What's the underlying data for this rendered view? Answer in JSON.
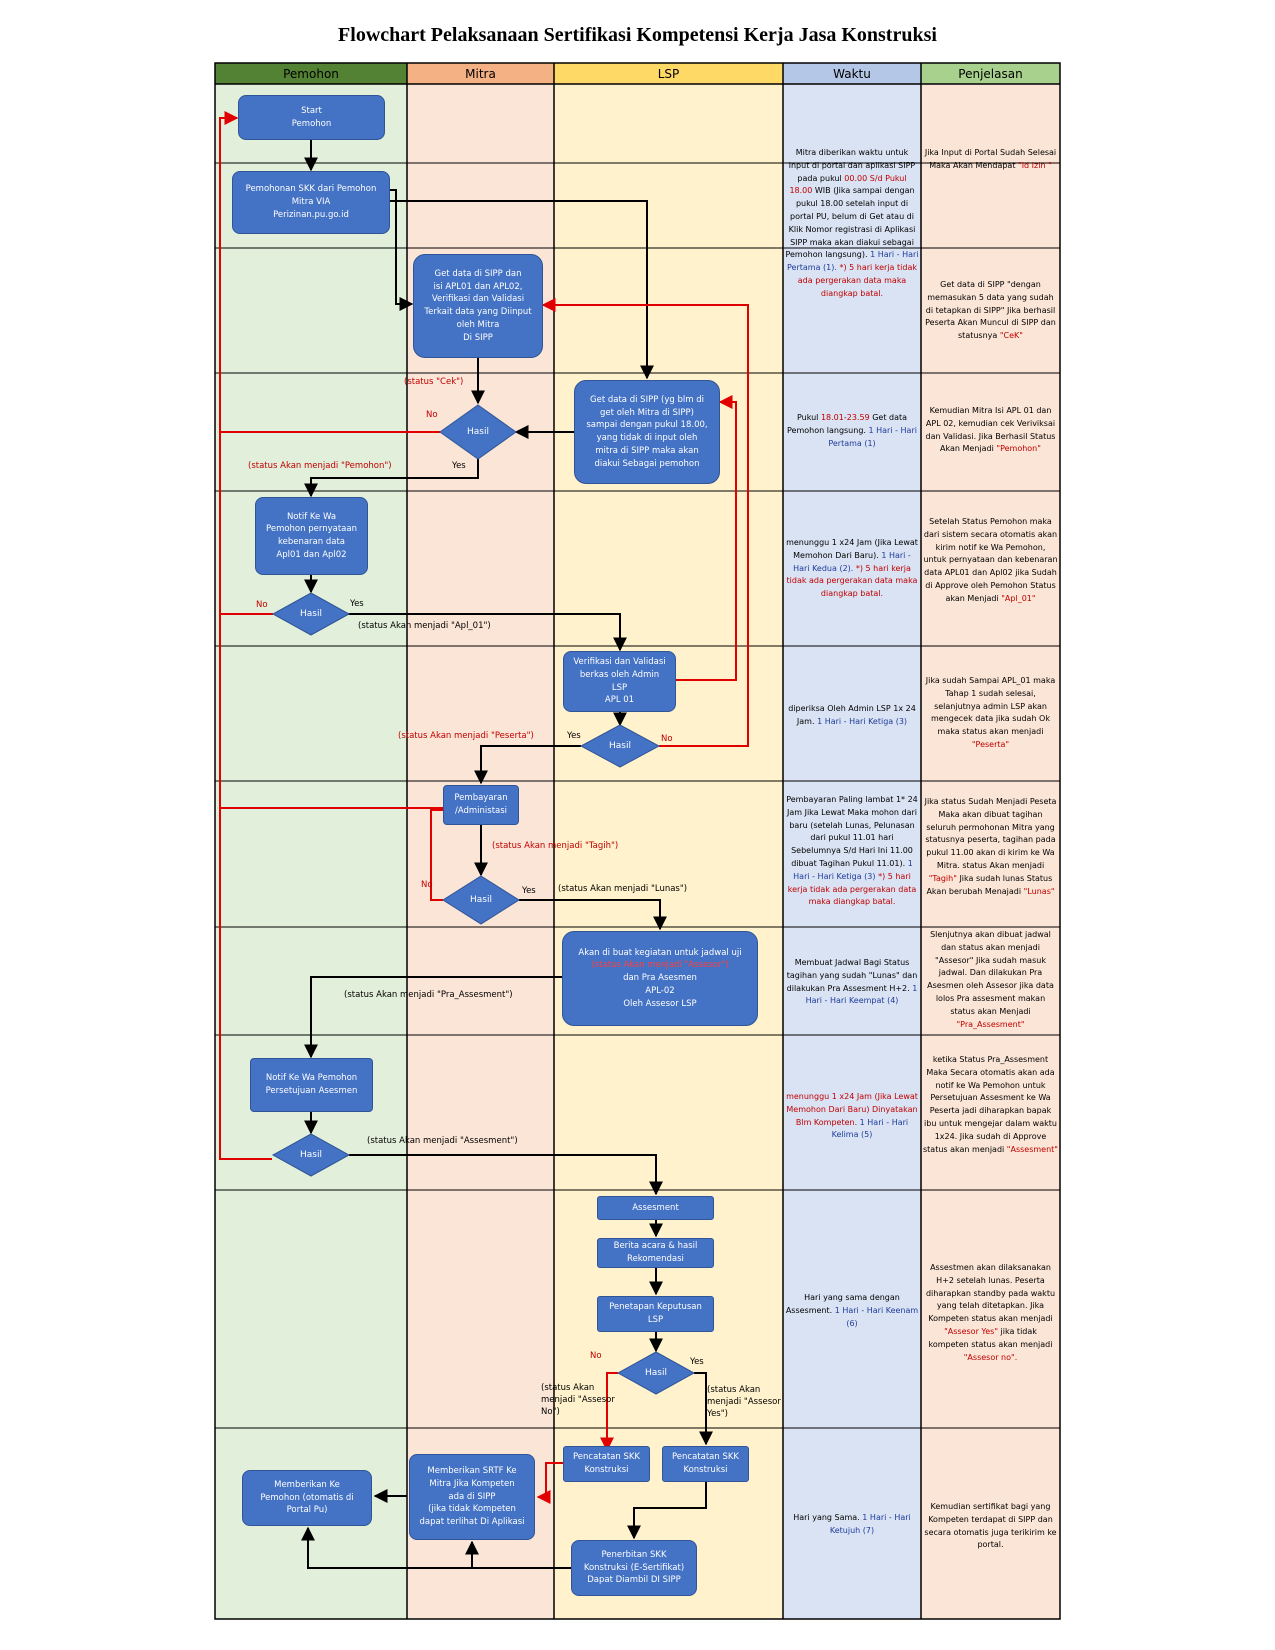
{
  "title": "Flowchart Pelaksanaan Sertifikasi Kompetensi Kerja Jasa Konstruksi",
  "lanes": [
    {
      "label": "Pemohon",
      "header_color": "#548235",
      "body_color": "#E2EFDA"
    },
    {
      "label": "Mitra",
      "header_color": "#F4B183",
      "body_color": "#FBE5D6"
    },
    {
      "label": "LSP",
      "header_color": "#FFD966",
      "body_color": "#FFF2CC"
    },
    {
      "label": "Waktu",
      "header_color": "#B4C7E7",
      "body_color": "#DAE3F3"
    },
    {
      "label": "Penjelasan",
      "header_color": "#A9D18E",
      "body_color": "#FBE5D6"
    }
  ],
  "colors": {
    "node": "#4472C4",
    "node_border": "#2F5597",
    "red_line": "#E00000",
    "black_line": "#000000",
    "label_red": "#C00000",
    "label_blue": "#1F3C9C"
  },
  "nodes": {
    "start": "Start\nPemohon",
    "permohonan": "Pemohonan SKK dari Pemohon\nMitra VIA\nPerizinan.pu.go.id",
    "get_data_mitra": "Get data di SIPP dan\nisi APL01 dan APL02,\nVerifikasi dan Validasi\nTerkait data yang Diinput\noleh Mitra\nDi SIPP",
    "get_data_lsp": "Get data di SIPP (yg blm di\nget oleh Mitra di SIPP)\nsampai dengan pukul 18.00,\nyang tidak di input oleh\nmitra di SIPP maka akan\ndiakui Sebagai pemohon",
    "hasil_1": "Hasil",
    "notif_wa_1": "Notif Ke Wa\nPemohon pernyataan\nkebenaran data\nApl01 dan Apl02",
    "hasil_2": "Hasil",
    "verifikasi_lsp": "Verifikasi dan Validasi\nberkas oleh Admin\nLSP\nAPL 01",
    "hasil_3": "Hasil",
    "pembayaran": "Pembayaran\n/Administasi",
    "hasil_4": "Hasil",
    "jadwal_uji_pre": "Akan di buat kegiatan untuk jadwal uji",
    "jadwal_uji_status": "(status Akan menjadi \"Assesor\")",
    "jadwal_uji_post": "dan Pra Asesmen\nAPL-02\nOleh Assesor LSP",
    "notif_wa_2": "Notif Ke Wa Pemohon\nPersetujuan Asesmen",
    "hasil_5": "Hasil",
    "assesment": "Assesment",
    "berita_acara": "Berita acara &  hasil\nRekomendasi",
    "penetapan": "Penetapan Keputusan\nLSP",
    "hasil_6": "Hasil",
    "pencatatan_1": "Pencatatan SKK\nKonstruksi",
    "pencatatan_2": "Pencatatan SKK\nKonstruksi",
    "memberikan_srtf": "Memberikan SRTF Ke\nMitra Jika Kompeten\nada di SIPP\n(jika tidak Kompeten\ndapat terlihat Di Aplikasi",
    "memberikan_pemohon": "Memberikan Ke\nPemohon (otomatis di\nPortal Pu)",
    "penerbitan": "Penerbitan SKK\nKonstruksi (E-Sertifikat)\nDapat Diambil DI SIPP"
  },
  "labels": {
    "status_cek": "(status \"Cek\")",
    "no_1": "No",
    "yes_1": "Yes",
    "status_pemohon": "(status Akan menjadi \"Pemohon\")",
    "no_2": "No",
    "yes_2": "Yes",
    "status_apl01": "(status Akan menjadi \"Apl_01\")",
    "status_peserta": "(status Akan menjadi \"Peserta\")",
    "yes_3": "Yes",
    "no_3": "No",
    "status_tagih": "(status Akan menjadi \"Tagih\")",
    "no_4": "No",
    "yes_4": "Yes",
    "status_lunas": "(status Akan menjadi \"Lunas\")",
    "status_pra": "(status Akan menjadi \"Pra_Assesment\")",
    "status_assesment": "(status Akan menjadi \"Assesment\")",
    "no_6": "No",
    "yes_6": "Yes",
    "status_assesor_no": "(status Akan\nmenjadi \"Assesor\nNo\")",
    "status_assesor_yes": "(status Akan\nmenjadi \"Assesor\nYes\")"
  },
  "waktu": [
    [
      [
        "Mitra diberikan waktu untuk input di portal dan aplikasi SIPP pada pukul ",
        "k"
      ],
      [
        "00.00 S/d Pukul 18.00",
        "r"
      ],
      [
        " WIB (Jika sampai dengan pukul 18.00 setelah input di portal PU, belum di Get atau di Klik Nomor registrasi di Aplikasi SIPP maka akan diakui sebagai Pemohon langsung). ",
        "k"
      ],
      [
        "1 Hari - Hari Pertama (1). ",
        "b"
      ],
      [
        "*) 5 hari kerja tidak ada pergerakan data maka diangkap batal.",
        "r"
      ]
    ],
    [
      [
        "Pukul ",
        "k"
      ],
      [
        "18.01-23.59",
        "r"
      ],
      [
        " Get data Pemohon langsung. ",
        "k"
      ],
      [
        "1 Hari - Hari Pertama (1)",
        "b"
      ]
    ],
    [
      [
        "menunggu 1 x24 Jam (Jika Lewat Memohon Dari Baru). ",
        "k"
      ],
      [
        "1 Hari - Hari Kedua (2). ",
        "b"
      ],
      [
        "*) 5 hari kerja tidak ada pergerakan data maka diangkap batal.",
        "r"
      ]
    ],
    [
      [
        "diperiksa Oleh Admin LSP 1x 24 Jam. ",
        "k"
      ],
      [
        "1 Hari - Hari Ketiga (3)",
        "b"
      ]
    ],
    [
      [
        "Pembayaran Paling lambat 1* 24 Jam Jika Lewat Maka mohon dari baru (setelah Lunas, Pelunasan dari pukul 11.01 hari Sebelumnya S/d Hari Ini 11.00 dibuat Tagihan Pukul 11.01). ",
        "k"
      ],
      [
        "1 Hari - Hari Ketiga (3) ",
        "b"
      ],
      [
        "*) 5 hari kerja tidak ada pergerakan data maka diangkap batal.",
        "r"
      ]
    ],
    [
      [
        "Membuat Jadwal Bagi Status tagihan yang sudah \"Lunas\" dan dilakukan Pra Assesment H+2. ",
        "k"
      ],
      [
        "1 Hari - Hari Keempat (4)",
        "b"
      ]
    ],
    [
      [
        "menunggu 1 x24 Jam (Jika Lewat Memohon Dari Baru) Dinyatakan Blm Kompeten. ",
        "r"
      ],
      [
        "1 Hari - Hari Kelima (5)",
        "b"
      ]
    ],
    [
      [
        "Hari yang sama dengan Assesment. ",
        "k"
      ],
      [
        "1 Hari - Hari Keenam (6)",
        "b"
      ]
    ],
    [
      [
        "Hari yang Sama. ",
        "k"
      ],
      [
        "1 Hari - Hari Ketujuh (7)",
        "b"
      ]
    ]
  ],
  "penjelasan": [
    [
      [
        "Jika Input di Portal Sudah Selesai Maka Akan Mendapat ",
        "k"
      ],
      [
        "\"Id Izin \"",
        "r"
      ]
    ],
    [
      [
        "Get data di SIPP \"dengan memasukan 5 data yang sudah di tetapkan di SIPP\" Jika berhasil Peserta Akan Muncul di SIPP dan statusnya ",
        "k"
      ],
      [
        "\"CeK\"",
        "r"
      ]
    ],
    [
      [
        "Kemudian Mitra Isi APL 01 dan APL 02, kemudian cek Veriviksai dan Validasi. Jika Berhasil Status Akan Menjadi ",
        "k"
      ],
      [
        "\"Pemohon\"",
        "r"
      ]
    ],
    [
      [
        "Setelah Status Pemohon maka dari sistem secara otomatis akan kirim notif ke Wa Pemohon, untuk pernyataan dan kebenaran data APL01 dan Apl02 jika Sudah di Approve oleh Pemohon Status akan Menjadi ",
        "k"
      ],
      [
        "\"Apl_01\"",
        "r"
      ]
    ],
    [
      [
        "Jika sudah Sampai APL_01 maka Tahap 1 sudah selesai, selanjutnya admin LSP akan mengecek data jika sudah Ok maka status akan menjadi ",
        "k"
      ],
      [
        "\"Peserta\"",
        "r"
      ]
    ],
    [
      [
        "Jika status Sudah Menjadi Peseta Maka akan dibuat tagihan seluruh permohonan Mitra yang statusnya peserta, tagihan pada pukul 11.00 akan di kirim ke Wa Mitra. status Akan menjadi ",
        "k"
      ],
      [
        "\"Tagih\"",
        "r"
      ],
      [
        " Jika sudah lunas Status Akan berubah Menajadi ",
        "k"
      ],
      [
        "\"Lunas\"",
        "r"
      ]
    ],
    [
      [
        "Slenjutnya akan dibuat jadwal dan status akan menjadi \"Assesor\" Jika sudah masuk jadwal. Dan dilakukan Pra Asesmen oleh Assesor jika data lolos Pra assesment makan status akan Menjadi ",
        "k"
      ],
      [
        "\"Pra_Assesment\"",
        "r"
      ]
    ],
    [
      [
        "ketika Status Pra_Assesment Maka Secara otomatis akan ada notif ke Wa Pemohon untuk Persetujuan Assesment ke Wa Peserta jadi diharapkan bapak ibu untuk mengejar dalam waktu 1x24. Jika sudah di Approve status akan menjadi ",
        "k"
      ],
      [
        "\"Assesment\"",
        "r"
      ]
    ],
    [
      [
        "Assestmen akan dilaksanakan H+2 setelah lunas. Peserta diharapkan standby pada waktu yang telah ditetapkan. Jika Kompeten status akan menjadi ",
        "k"
      ],
      [
        "\"Assesor Yes\"",
        "r"
      ],
      [
        " jika tidak kompeten status akan menjadi ",
        "k"
      ],
      [
        "\"Assesor no\".",
        "r"
      ]
    ],
    [
      [
        "Kemudian sertifikat bagi yang Kompeten terdapat di SIPP dan secara otomatis juga terikirim ke portal.",
        "k"
      ]
    ]
  ]
}
